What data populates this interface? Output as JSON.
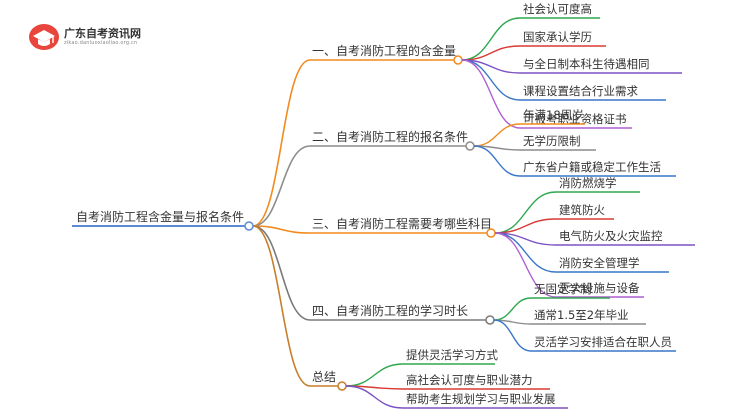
{
  "logo": {
    "title": "广东自考资讯网",
    "subtitle": "zikao.danluoxiaoliao.org.cn"
  },
  "colors": {
    "root_line": "#5b8bd6",
    "orange": "#f28a1d",
    "gray": "#8c8c8c",
    "brown": "#c77f2a",
    "dark": "#7a7a7a",
    "green": "#2fa84f",
    "red": "#d83a34",
    "purple": "#7b52c4",
    "blue": "#3876c9",
    "violet": "#b05fd1"
  },
  "mindmap": {
    "root": "自考消防工程含金量与报名条件",
    "branches": [
      {
        "label": "一、自考消防工程的含金量",
        "color": "orange",
        "children": [
          {
            "label": "社会认可度高",
            "color": "green"
          },
          {
            "label": "国家承认学历",
            "color": "red"
          },
          {
            "label": "与全日制本科生待遇相同",
            "color": "purple"
          },
          {
            "label": "课程设置结合行业需求",
            "color": "blue"
          },
          {
            "label": "可报考职业资格证书",
            "color": "violet"
          }
        ]
      },
      {
        "label": "二、自考消防工程的报名条件",
        "color": "gray",
        "children": [
          {
            "label": "年满18周岁",
            "color": "orange"
          },
          {
            "label": "无学历限制",
            "color": "gray"
          },
          {
            "label": "广东省户籍或稳定工作生活",
            "color": "blue"
          }
        ]
      },
      {
        "label": "三、自考消防工程需要考哪些科目",
        "color": "orange",
        "children": [
          {
            "label": "消防燃烧学",
            "color": "green"
          },
          {
            "label": "建筑防火",
            "color": "red"
          },
          {
            "label": "电气防火及火灾监控",
            "color": "purple"
          },
          {
            "label": "消防安全管理学",
            "color": "blue"
          },
          {
            "label": "灭火设施与设备",
            "color": "violet"
          }
        ]
      },
      {
        "label": "四、自考消防工程的学习时长",
        "color": "dark",
        "children": [
          {
            "label": "无固定学制",
            "color": "green"
          },
          {
            "label": "通常1.5至2年毕业",
            "color": "gray"
          },
          {
            "label": "灵活学习安排适合在职人员",
            "color": "blue"
          }
        ]
      },
      {
        "label": "总结",
        "color": "brown",
        "children": [
          {
            "label": "提供灵活学习方式",
            "color": "green"
          },
          {
            "label": "高社会认可度与职业潜力",
            "color": "red"
          },
          {
            "label": "帮助考生规划学习与职业发展",
            "color": "purple"
          }
        ]
      }
    ]
  }
}
